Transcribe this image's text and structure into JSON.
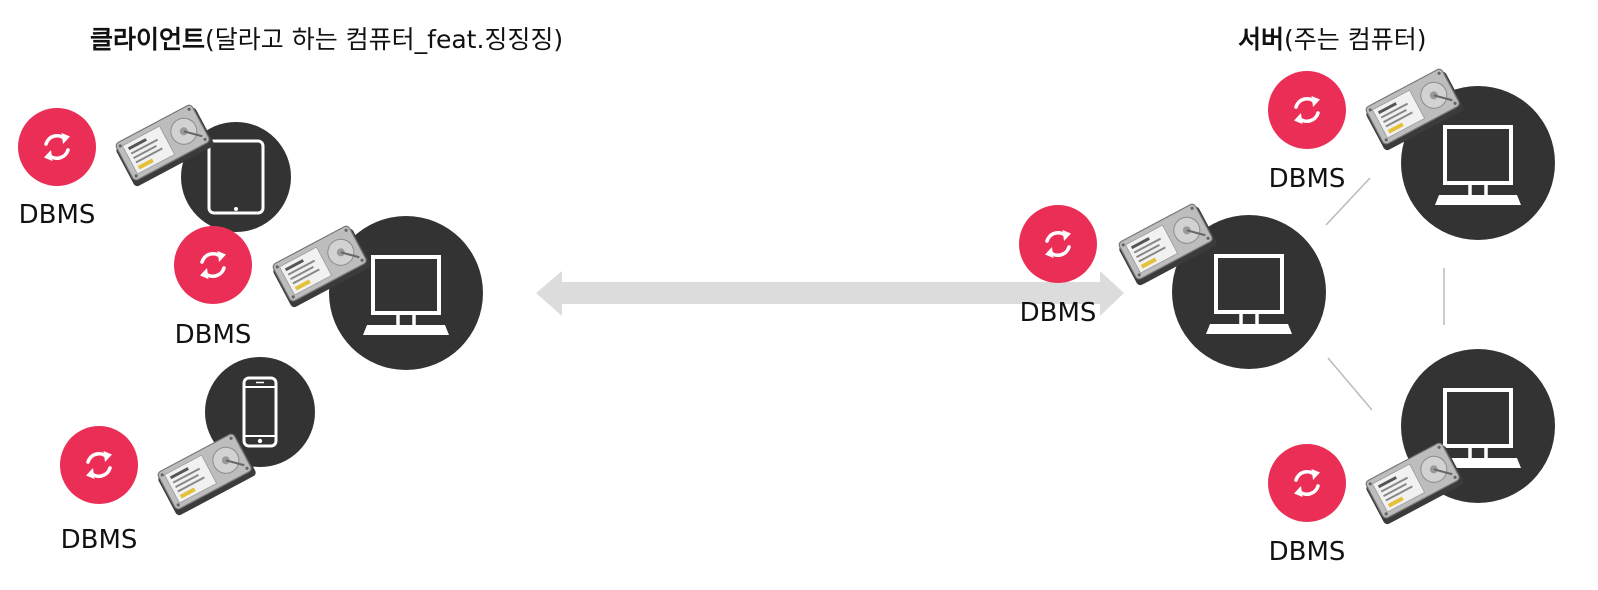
{
  "client": {
    "title_bold": "클라이언트",
    "title_rest": "(달라고 하는 컴퓨터_feat.징징징)"
  },
  "server": {
    "title_bold": "서버",
    "title_rest": "(주는 컴퓨터)"
  },
  "dbms_label": "DBMS",
  "colors": {
    "device_circle": "#333333",
    "dbms_badge": "#ea2e55",
    "arrow": "#dcdcdc",
    "connector_line": "#bbbbbb",
    "device_icon": "#ffffff"
  },
  "icons": {
    "dbms": "refresh-icon",
    "storage": "hard-drive-icon",
    "tablet": "tablet-icon",
    "phone": "smartphone-icon",
    "computer": "monitor-icon"
  }
}
